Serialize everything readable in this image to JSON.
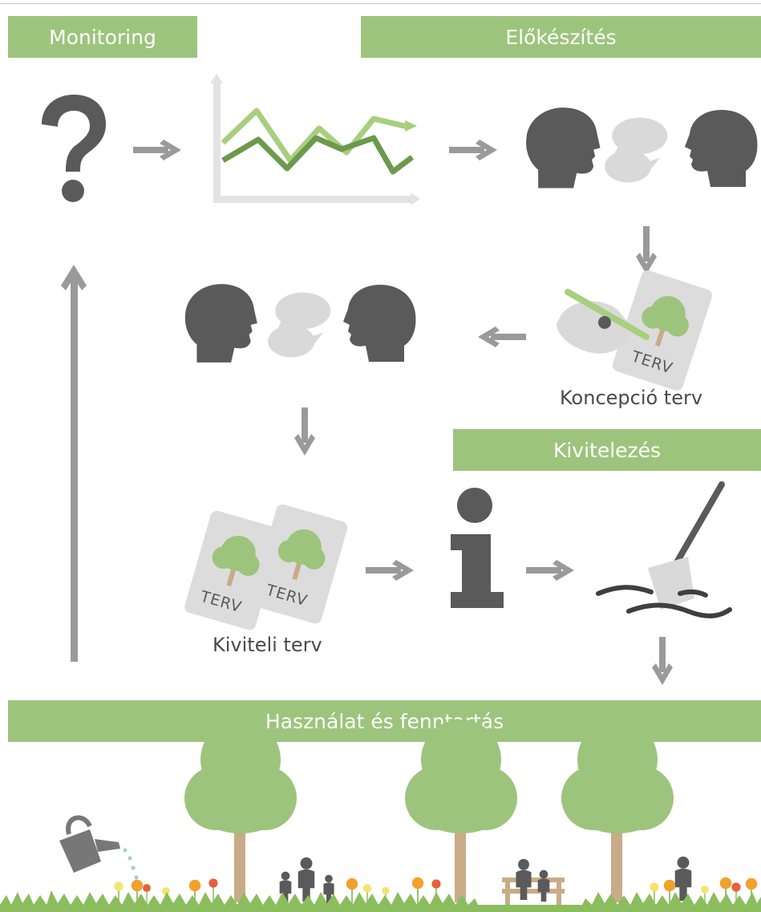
{
  "banners": {
    "monitoring": "Monitoring",
    "elokeszites": "Előkészítés",
    "kivitelezes": "Kivitelezés",
    "hasznalat": "Használat és fenntartás"
  },
  "captions": {
    "koncepcio": "Koncepció terv",
    "kiviteli": "Kiviteli terv"
  },
  "plan_card_label": "TERV",
  "colors": {
    "banner_green": "#9dc47c",
    "icon_gray": "#5a5a5a",
    "arrow_gray": "#9a9a9a",
    "bubble_gray": "#d9d9d9",
    "leaf_green": "#9dc47c",
    "line_light": "#a7cf7e",
    "line_dark": "#6c9a4c",
    "trunk": "#c9ab88"
  }
}
